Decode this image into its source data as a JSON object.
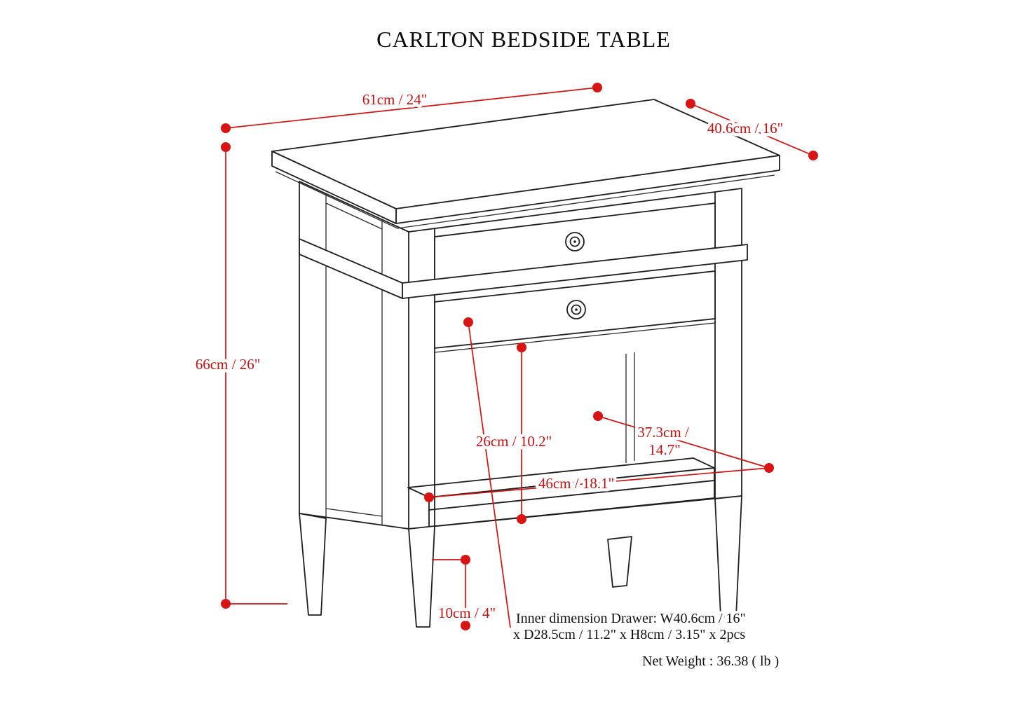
{
  "title": "CARLTON BEDSIDE TABLE",
  "colors": {
    "dimension_red": "#cf1212",
    "drawing_line": "#1f1f1f",
    "background": "#ffffff"
  },
  "dimensions": {
    "top_width": "61cm / 24\"",
    "top_depth": "40.6cm / 16\"",
    "overall_height": "66cm / 26\"",
    "opening_height": "26cm / 10.2\"",
    "shelf_depth_line1": "37.3cm /",
    "shelf_depth_line2": "14.7\"",
    "shelf_width": "46cm / 18.1\"",
    "leg_height": "10cm / 4\""
  },
  "notes": {
    "drawer_inner_line1": "Inner dimension Drawer: W40.6cm / 16\"",
    "drawer_inner_line2": "x D28.5cm / 11.2\" x H8cm / 3.15\" x 2pcs",
    "net_weight": "Net Weight : 36.38 ( lb )"
  }
}
